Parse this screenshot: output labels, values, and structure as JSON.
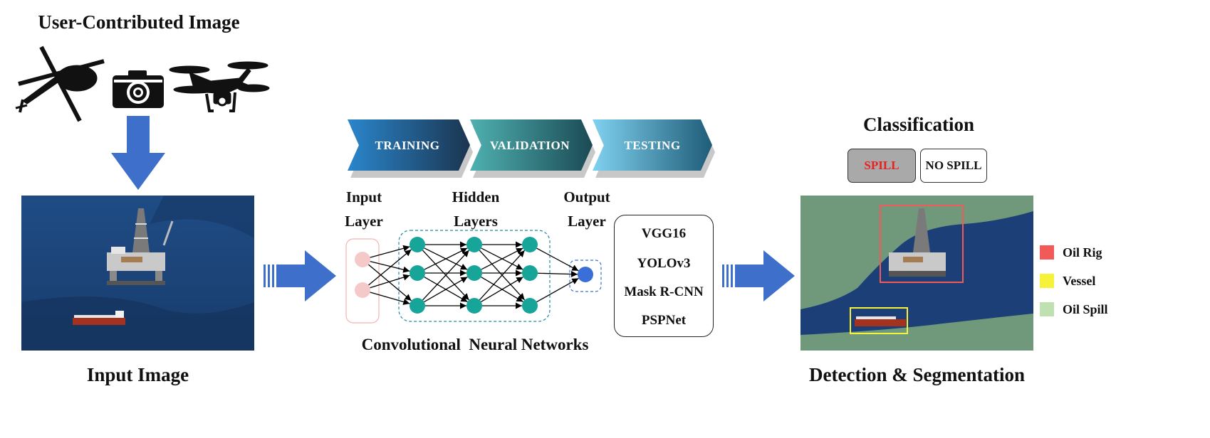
{
  "top_title": "User-Contributed Image",
  "sources": {
    "helicopter_icon": "helicopter-icon",
    "camera_icon": "camera-icon",
    "drone_icon": "drone-icon"
  },
  "input_caption": "Input Image",
  "phases": [
    "TRAINING",
    "VALIDATION",
    "TESTING"
  ],
  "phase_colors": [
    [
      "#1f77c0",
      "#1b3550"
    ],
    [
      "#3aa4a4",
      "#1b4a55"
    ],
    [
      "#6cc6ea",
      "#1f5c78"
    ]
  ],
  "network": {
    "input_label": [
      "Input",
      "Layer"
    ],
    "hidden_label": [
      "Hidden",
      "Layers"
    ],
    "output_label": [
      "Output",
      "Layer"
    ],
    "caption": "Convolutional  Neural Networks",
    "node_color": "#17a59a",
    "output_node_color": "#3a6fd8",
    "input_node_color": "#f6c9c9"
  },
  "models": [
    "VGG16",
    "YOLOv3",
    "Mask R-CNN",
    "PSPNet"
  ],
  "classification": {
    "title": "Classification",
    "spill_label": "SPILL",
    "no_spill_label": "NO SPILL",
    "spill_color": "#e82020"
  },
  "output_caption": "Detection & Segmentation",
  "legend": [
    {
      "label": "Oil Rig",
      "color": "#f25a5a"
    },
    {
      "label": "Vessel",
      "color": "#f6f23a"
    },
    {
      "label": "Oil Spill",
      "color": "#bfe0b0"
    }
  ],
  "arrow_color": "#3d6fcb"
}
